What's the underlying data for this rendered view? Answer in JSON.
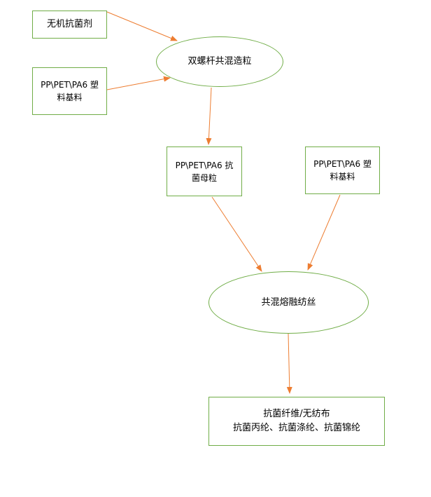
{
  "colors": {
    "node_border": "#70ad47",
    "arrow": "#ed7d31"
  },
  "nodes": {
    "inorganic_antibacterial": {
      "label": "无机抗菌剂",
      "shape": "rectangle"
    },
    "plastic_base_1": {
      "label": "PP\\PET\\PA6 塑料基料",
      "shape": "rectangle"
    },
    "twin_screw": {
      "label": "双螺杆共混造粒",
      "shape": "ellipse"
    },
    "antibacterial_masterbatch": {
      "label": "PP\\PET\\PA6 抗菌母粒",
      "shape": "rectangle"
    },
    "plastic_base_2": {
      "label": "PP\\PET\\PA6 塑料基料",
      "shape": "rectangle"
    },
    "melt_spinning": {
      "label": "共混熔融纺丝",
      "shape": "ellipse"
    },
    "product": {
      "line1": "抗菌纤维/无纺布",
      "line2": "抗菌丙纶、抗菌涤纶、抗菌锦纶",
      "shape": "rectangle"
    }
  },
  "edges": [
    {
      "from": "inorganic_antibacterial",
      "to": "twin_screw"
    },
    {
      "from": "plastic_base_1",
      "to": "twin_screw"
    },
    {
      "from": "twin_screw",
      "to": "antibacterial_masterbatch"
    },
    {
      "from": "antibacterial_masterbatch",
      "to": "melt_spinning"
    },
    {
      "from": "plastic_base_2",
      "to": "melt_spinning"
    },
    {
      "from": "melt_spinning",
      "to": "product"
    }
  ]
}
